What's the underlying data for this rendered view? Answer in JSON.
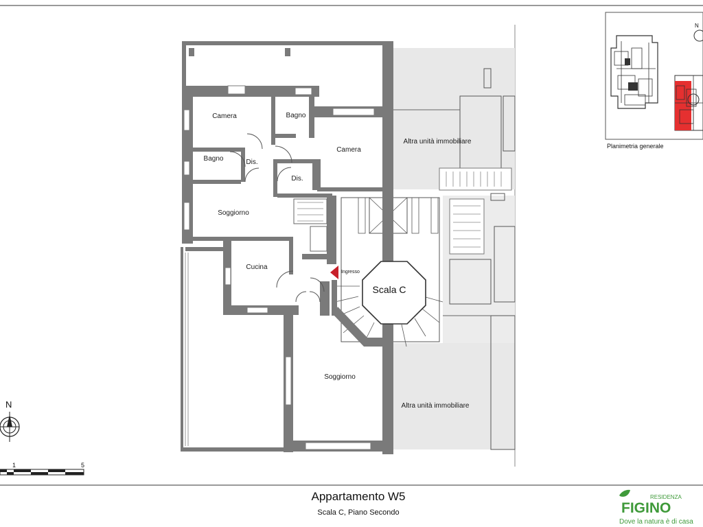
{
  "plan": {
    "rooms": {
      "camera_1": "Camera",
      "bagno_1": "Bagno",
      "camera_2": "Camera",
      "bagno_2": "Bagno",
      "dis_1": "Dis.",
      "dis_2": "Dis.",
      "soggiorno_1": "Soggiorno",
      "cucina": "Cucina",
      "soggiorno_2": "Soggiorno"
    },
    "other_unit_top": "Altra unità immobiliare",
    "other_unit_bottom": "Altra unità immobiliare",
    "stair_label": "Scala C",
    "entrance_label": "Ingresso",
    "entrance_color": "#c8202a"
  },
  "key_plan": {
    "caption": "Planimetria generale",
    "north": "N",
    "highlight_color": "#e53030"
  },
  "compass": {
    "north": "N"
  },
  "scale_bar": {
    "label_1": "1",
    "label_5": "5"
  },
  "title_block": {
    "title": "Appartamento W5",
    "subtitle": "Scala C, Piano Secondo"
  },
  "logo": {
    "prefix": "RESIDENZA",
    "name": "FIGINO",
    "tagline": "Dove la natura è di casa",
    "color": "#3f9a3a"
  }
}
